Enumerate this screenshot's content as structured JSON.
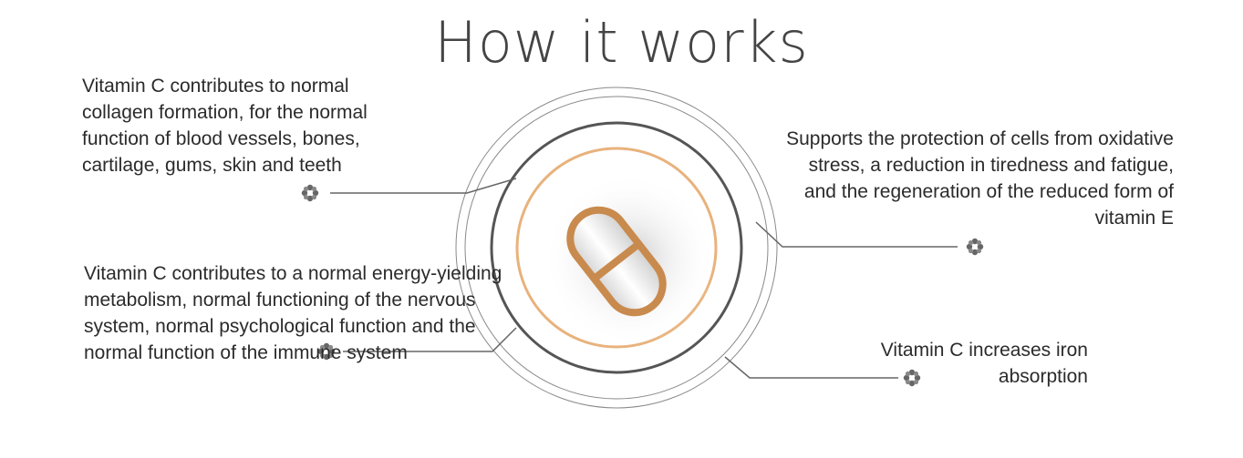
{
  "title": "How it works",
  "callouts": [
    {
      "text": "Vitamin C contributes to normal collagen formation, for the normal function of blood vessels, bones, cartilage, gums, skin and teeth"
    },
    {
      "text": "Vitamin C contributes to a normal energy-yielding metabolism, normal functioning of the nervous system, normal psychological function and the normal function of the immune system"
    },
    {
      "text": "Supports the protection of cells from oxidative stress, a reduction in tiredness and fatigue, and the regeneration of the reduced form of vitamin E"
    },
    {
      "text": "Vitamin C increases iron absorption"
    }
  ],
  "colors": {
    "accent": "#E8B27C",
    "pill_outline": "#C98A4E",
    "ring": "#555555",
    "ring_light": "#8a8a8a",
    "icon": "#666666"
  },
  "icons": [
    "flower-icon"
  ]
}
